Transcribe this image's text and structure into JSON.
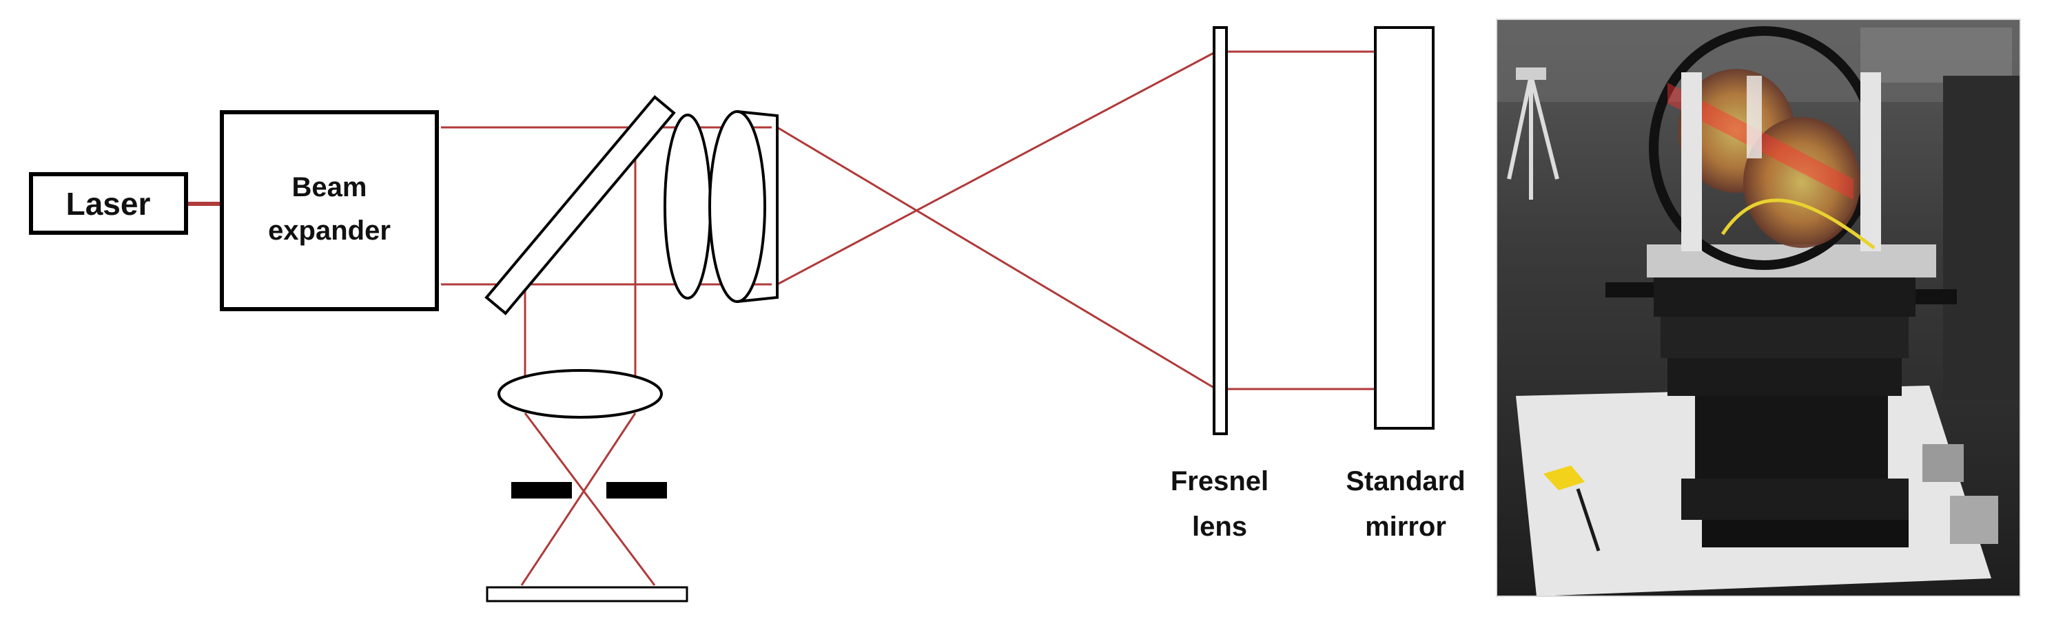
{
  "diagram": {
    "labels": {
      "laser": "Laser",
      "beam_expander_line1": "Beam",
      "beam_expander_line2": "expander",
      "fresnel_line1": "Fresnel",
      "fresnel_line2": "lens",
      "mirror_line1": "Standard",
      "mirror_line2": "mirror"
    },
    "colors": {
      "beam": "#b03a3a",
      "outline": "#000000",
      "photo_floor": "#2a2a2a",
      "photo_table": "#e9e9e9",
      "photo_stage": "#1c1c1c"
    }
  },
  "photo": {
    "description_icon": "photo-of-test-setup"
  }
}
